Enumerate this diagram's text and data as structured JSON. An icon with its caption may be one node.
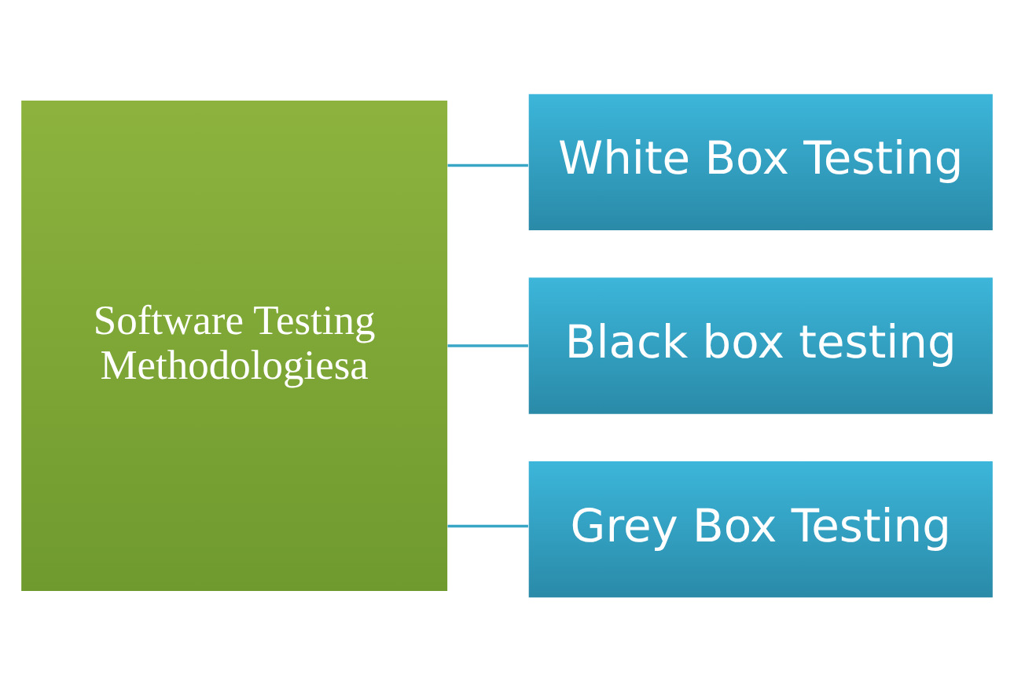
{
  "diagram": {
    "nodes": [
      {
        "text": [
          "Software Testing Methodologiesa"
        ]
      },
      {
        "text": [
          "White Box Testing"
        ]
      },
      {
        "text": [
          "Black box testing"
        ]
      },
      {
        "text": [
          "Grey Box Testing"
        ]
      }
    ],
    "edges": [
      {
        "from": 0,
        "to": 1,
        "arrow": "none"
      },
      {
        "from": 0,
        "to": 2,
        "arrow": "none"
      },
      {
        "from": 0,
        "to": 3,
        "arrow": "none"
      }
    ]
  }
}
